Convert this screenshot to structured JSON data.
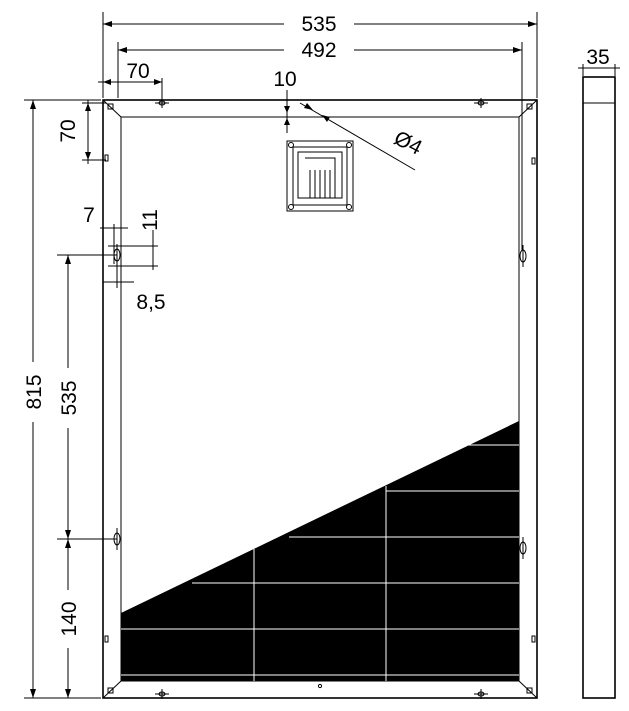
{
  "drawing": {
    "dimensions": {
      "overall_width": "535",
      "inner_width": "492",
      "hole_offset_x": "70",
      "hole_offset_y": "70",
      "hole_spacing": "10",
      "hole_diameter": "Ø4",
      "slot_width": "7",
      "slot_length": "11",
      "slot_offset": "8,5",
      "overall_height": "815",
      "mount_spacing": "535",
      "bottom_offset": "140",
      "depth": "35"
    }
  }
}
